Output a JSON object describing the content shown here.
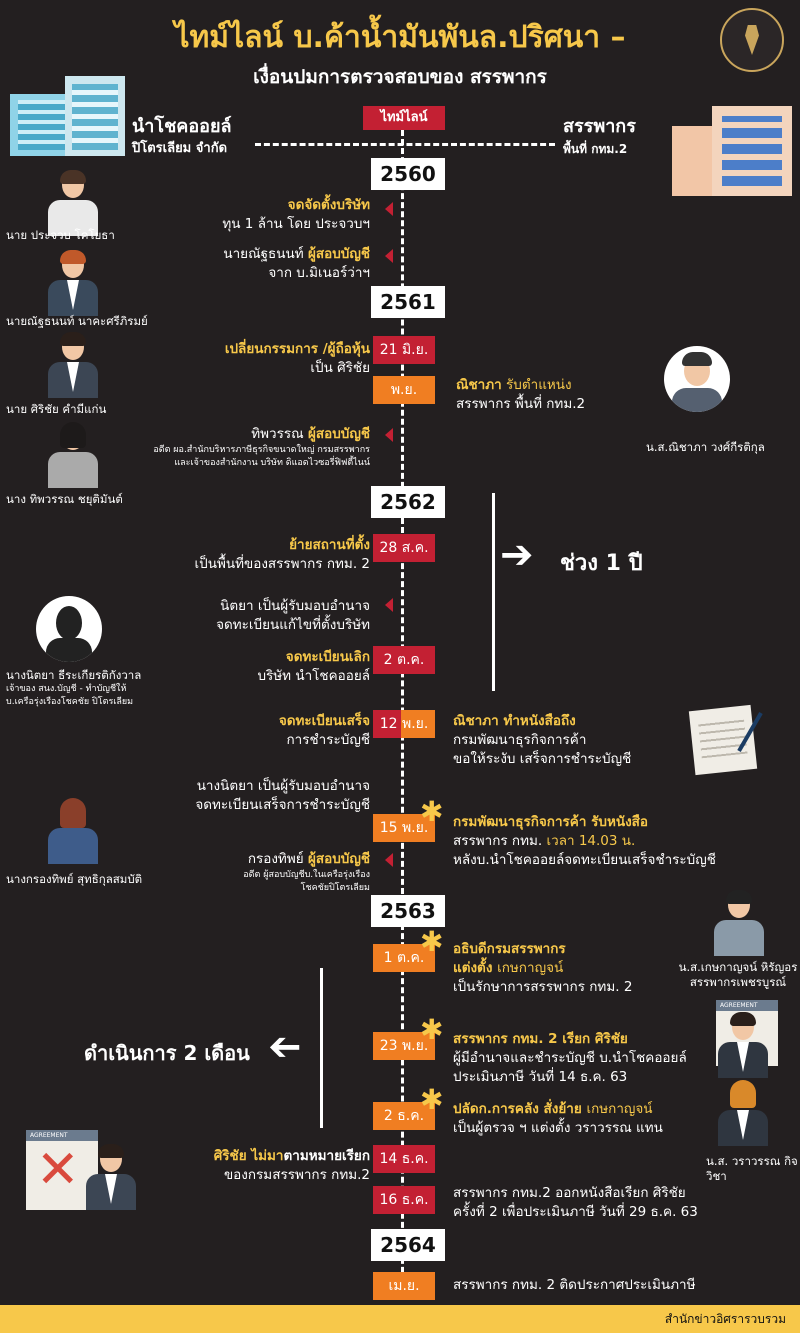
{
  "header": {
    "title": "ไทม์ไลน์  บ.ค้าน้ำมันพันล.ปริศนา –",
    "subtitle": "เงื่อนปมการตรวจสอบของ สรรพากร",
    "timeline_label": "ไทม์ไลน์"
  },
  "left_company": {
    "name": "นำโชคออยล์",
    "sub": "ปิโตรเลียม จำกัด"
  },
  "right_company": {
    "name": "สรรพากร",
    "sub": "พื้นที่ กทม.2"
  },
  "years": [
    "2560",
    "2561",
    "2562",
    "2563",
    "2564"
  ],
  "events": {
    "e1": {
      "title": "จดจัดตั้งบริษัท",
      "text": "ทุน 1 ล้าน โดย ประจวบฯ"
    },
    "e2": {
      "pre": "นายณัฐธนนท์ ",
      "bold": "ผู้สอบบัญชี",
      "text": "จาก บ.มิเนอร์ว่าฯ"
    },
    "e3": {
      "title": "เปลี่ยนกรรมการ /ผู้ถือหุ้น",
      "text": "เป็น ศิริชัย",
      "date": "21 มิ.ย."
    },
    "e4": {
      "date": "พ.ย.",
      "name": "ณิชาภา",
      "title": " รับตำแหน่ง",
      "text": "สรรพากร พื้นที่ กทม.2"
    },
    "e5": {
      "pre": "ทิพวรรณ ",
      "bold": "ผู้สอบบัญชี",
      "small1": "อดีต ผอ.สำนักบริหารภาษีธุรกิจขนาดใหญ่ กรมสรรพากร",
      "small2": "และเจ้าของสำนักงาน บริษัท ดิแอดไวซอรี่ฟิฟตี้ไนน์"
    },
    "e6": {
      "title": "ย้ายสถานที่ตั้ง",
      "text": "เป็นพื้นที่ของสรรพากร กทม. 2",
      "date": "28 ส.ค."
    },
    "e7": {
      "line1": "นิตยา เป็นผู้รับมอบอำนาจ",
      "line2": "จดทะเบียนแก้ไขที่ตั้งบริษัท"
    },
    "e8": {
      "title": "จดทะเบียนเลิก",
      "text": "บริษัท นำโชคออยล์",
      "date": "2 ต.ค."
    },
    "e9": {
      "title": "จดทะเบียนเสร็จ",
      "text": "การชำระบัญชี",
      "date_a": "12",
      "date_b": "พ.ย.",
      "rtitle": "ณิชาภา ทำหนังสือถึง",
      "r1": "กรมพัฒนาธุรกิจการค้า",
      "r2": "ขอให้ระงับ เสร็จการชำระบัญชี"
    },
    "e10": {
      "line1": "นางนิตยา เป็นผู้รับมอบอำนาจ",
      "line2": "จดทะเบียนเสร็จการชำระบัญชี",
      "date": "15 พ.ย.",
      "rtitle": "กรมพัฒนาธุรกิจการค้า รับหนังสือ",
      "r1a": "สรรพากร กทม. ",
      "r1b": "เวลา 14.03 น.",
      "r2": "หลังบ.นำโชคออยล์จดทะเบียนเสร็จชำระบัญชี"
    },
    "e11": {
      "pre": "กรองทิพย์ ",
      "bold": "ผู้สอบบัญชี",
      "small1": "อดีต ผู้สอบบัญชีบ.ในเครือรุ่งเรือง",
      "small2": "โชคชัยปิโตรเลียม"
    },
    "e12": {
      "date": "1 ต.ค.",
      "t1": "อธิบดีกรมสรรพากร",
      "t2a": "แต่งตั้ง ",
      "t2b": "เกษกาญจน์",
      "text": "เป็นรักษาการสรรพากร กทม. 2"
    },
    "e13": {
      "date": "23 พ.ย.",
      "t1": "สรรพากร กทม. 2 เรียก ศิริชัย",
      "l1": "ผู้มีอำนาจและชำระบัญชี บ.นำโชคออยล์",
      "l2": "ประเมินภาษี วันที่ 14 ธ.ค. 63"
    },
    "e14": {
      "date": "2 ธ.ค.",
      "t1": "ปลัดก.การคลัง สั่งย้าย ",
      "t1b": "เกษกาญจน์",
      "text": "เป็นผู้ตรวจ ฯ แต่งตั้ง วราวรรณ แทน"
    },
    "e15": {
      "date": "14 ธ.ค.",
      "t1": "ศิริชัย",
      "t1b": " ไม่มา",
      "t1c": "ตามหมายเรียก",
      "text": "ของกรมสรรพากร กทม.2"
    },
    "e16": {
      "date": "16 ธ.ค.",
      "l1": "สรรพากร กทม.2 ออกหนังสือเรียก ศิริชัย",
      "l2": "ครั้งที่ 2 เพื่อประเมินภาษี วันที่ 29 ธ.ค. 63"
    },
    "e17": {
      "date": "เม.ย.",
      "text": "สรรพากร กทม. 2 ติดประกาศประเมินภาษี"
    }
  },
  "people": {
    "p1": "นาย ประจวบ โคโยธา",
    "p2": "นายณัฐธนนท์ นาคะศรีภิรมย์",
    "p3": "นาย ศิริชัย คำมีแก่น",
    "p4": "นาง ทิพวรรณ ชยุติมันต์",
    "p5": "น.ส.ณิชาภา วงศ์กีรติกุล",
    "p6a": "นางนิตยา ธีระเกียรติกังวาล",
    "p6b": "เจ้าของ สนง.บัญชี - ทำบัญชีให้",
    "p6c": "บ.เครือรุ่งเรืองโชคชัย ปิโตรเลียม",
    "p7": "นางกรองทิพย์ สุทธิกุลสมบัติ",
    "p8a": "น.ส.เกษกาญจน์ หิรัญอร",
    "p8b": "สรรพากรเพชรบูรณ์",
    "p9": "น.ส. วราวรรณ กิจวิชา"
  },
  "notes": {
    "one_year": "ช่วง 1 ปี",
    "two_months": "ดำเนินการ 2 เดือน"
  },
  "agreement": "AGREEMENT",
  "footer": "สำนักข่าวอิศรารวบรวม",
  "colors": {
    "background": "#231f20",
    "accent_yellow": "#f7c84a",
    "red": "#c32033",
    "orange": "#f07e22"
  }
}
